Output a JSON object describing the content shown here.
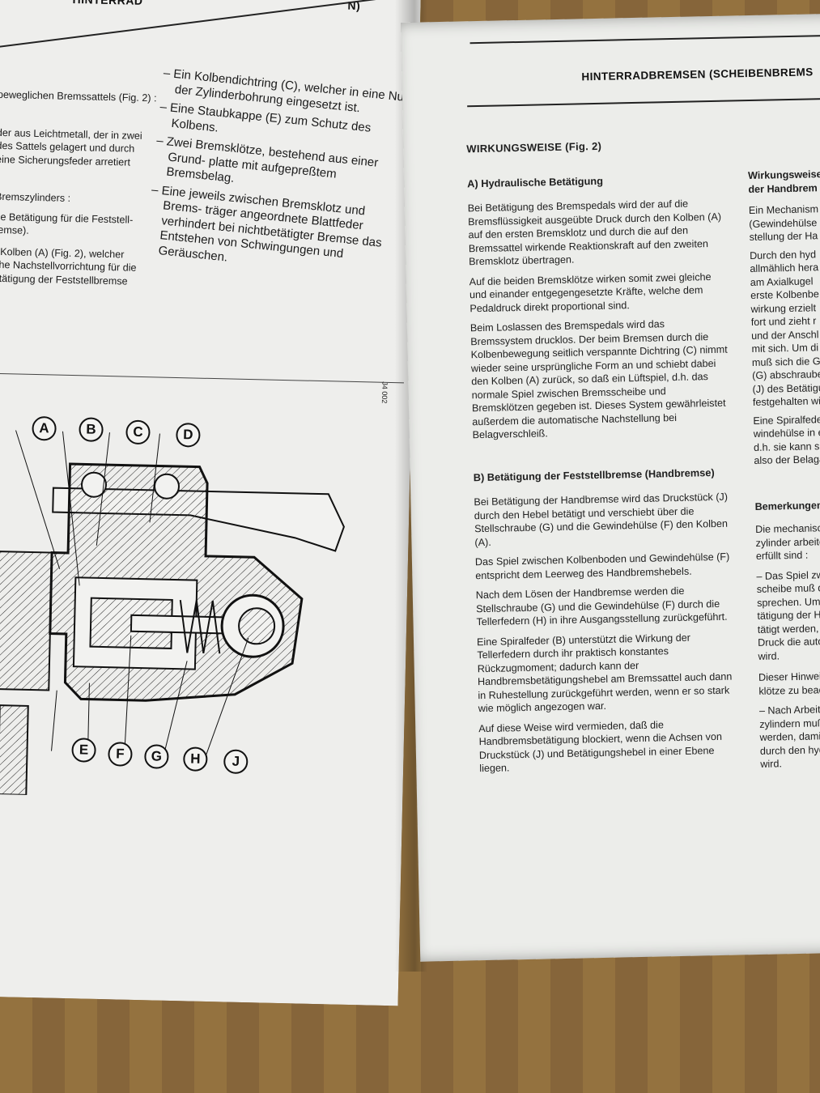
{
  "left_page": {
    "header": "HINTERRAD",
    "header_fragment_right": "N)",
    "left_col": [
      "beweglichen Bremssattels (Fig. 2) :",
      "der aus Leichtmetall, der in zwei",
      "des Sattels gelagert und durch",
      "eine Sicherungsfeder arretiert",
      "Bremszylinders :",
      "he Betätigung für die Feststell-",
      "remse).",
      "- Kolben (A) (Fig. 2), welcher",
      "che Nachstellvorrichtung für die",
      "etätigung der Feststellbremse"
    ],
    "bullets": [
      "– Ein Kolbendichtring (C), welcher in eine Nut der Zylinderbohrung eingesetzt ist.",
      "– Eine Staubkappe (E) zum Schutz des Kolbens.",
      "– Zwei Bremsklötze, bestehend aus einer Grund- platte mit aufgepreßtem Bremsbelag.",
      "– Eine jeweils zwischen Bremsklotz und Brems- träger angeordnete Blattfeder verhindert bei nichtbetätigter Bremse das Entstehen von Schwingungen und Geräuschen."
    ],
    "figure_code": "J4 002",
    "callouts_top": [
      "A",
      "B",
      "C",
      "D"
    ],
    "callouts_bottom": [
      "E",
      "F",
      "G",
      "H",
      "J"
    ]
  },
  "right_page": {
    "header": "HINTERRADBREMSEN (SCHEIBENBREMS",
    "section_title": "WIRKUNGSWEISE (Fig. 2)",
    "sub_a_title": "A) Hydraulische Betätigung",
    "sub_a_paragraphs": [
      "Bei Betätigung des Bremspedals wird der auf die Bremsflüssigkeit ausgeübte Druck durch den Kolben (A) auf den ersten Bremsklotz und durch die auf den Bremssattel wirkende Reaktionskraft auf den zweiten Bremsklotz übertragen.",
      "Auf die beiden Bremsklötze wirken somit zwei gleiche und einander entgegengesetzte Kräfte, welche dem Pedaldruck direkt proportional sind.",
      "Beim Loslassen des Bremspedals wird das Bremssystem drucklos. Der beim Bremsen durch die Kolbenbewegung seitlich verspannte Dichtring (C) nimmt wieder seine ursprüngliche Form an und schiebt dabei den Kolben (A) zurück, so daß ein Lüftspiel, d.h. das normale Spiel zwischen Bremsscheibe und Bremsklötzen gegeben ist. Dieses System gewährleistet außerdem die automatische Nachstellung bei Belagverschleiß."
    ],
    "sub_b_title": "B) Betätigung der Feststellbremse (Handbremse)",
    "sub_b_paragraphs": [
      "Bei Betätigung der Handbremse wird das Druckstück (J) durch den Hebel betätigt und verschiebt über die Stellschraube (G) und die Gewindehülse (F) den Kolben (A).",
      "Das Spiel zwischen Kolbenboden und Gewindehülse (F) entspricht dem Leerweg des Handbremshebels.",
      "Nach dem Lösen der Handbremse werden die Stellschraube (G) und die Gewindehülse (F) durch die Tellerfedern (H) in ihre Ausgangsstellung zurückgeführt.",
      "Eine Spiralfeder (B) unterstützt die Wirkung der Tellerfedern durch ihr praktisch konstantes Rückzugmoment; dadurch kann der Handbremsbetätigungshebel am Bremssattel auch dann in Ruhestellung zurückgeführt werden, wenn er so stark wie möglich angezogen war.",
      "Auf diese Weise wird vermieden, daß die Handbremsbetätigung blockiert, wenn die Achsen von Druckstück (J) und Betätigungshebel in einer Ebene liegen."
    ],
    "edge_col": [
      "Wirkungsweise",
      "der Handbrem",
      "Ein Mechanism",
      "(Gewindehülse",
      "stellung der Ha",
      "Durch den hyd",
      "allmählich hera",
      "am Axialkugel",
      "erste Kolbenbe",
      "wirkung erzielt",
      "fort und zieht r",
      "und der Anschl",
      "mit sich. Um di",
      "muß sich die Ge",
      "(G) abschraube",
      "(J) des Betätigu",
      "festgehalten wir",
      "Eine Spiralfeder",
      "windehülse in ei",
      "d.h. sie kann sic",
      "also der Belagab",
      "Bemerkungen :",
      "Die mechanische",
      "zylinder arbeitet",
      "erfüllt sind :",
      "– Das Spiel zwis",
      "scheibe muß d",
      "sprechen. Um",
      "tätigung der H",
      "tätigt werden,",
      "Druck die auto",
      "wird.",
      "Dieser Hinweis is",
      "klötze zu beachte",
      "– Nach Arbeiten",
      "zylindern muß",
      "werden, damit",
      "durch den hydr",
      "wird."
    ]
  }
}
